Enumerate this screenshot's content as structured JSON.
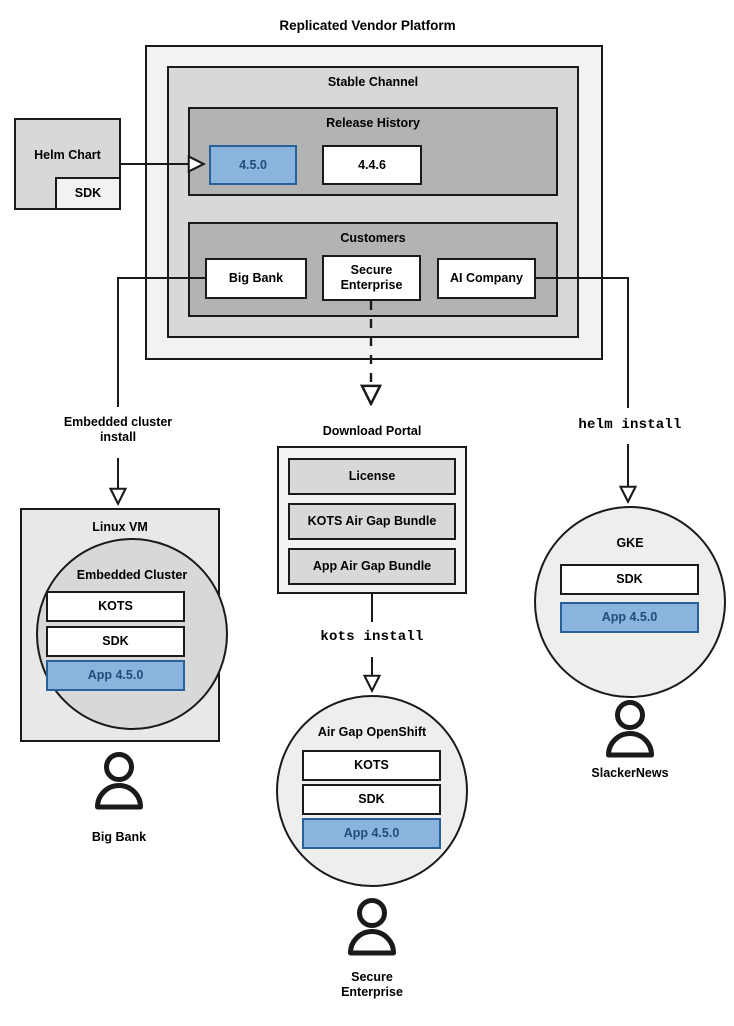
{
  "diagram": {
    "title": "Replicated Vendor Platform",
    "colors": {
      "outer_platform_fill": "#f2f2f2",
      "channel_fill": "#d8d8d8",
      "section_fill": "#b3b3b3",
      "white_fill": "#ffffff",
      "light_fill": "#e8e8e8",
      "accent_blue_fill": "#8ab3dd",
      "accent_blue_border": "#2a6099",
      "accent_blue_text": "#1f4e79",
      "stroke": "#1a1a1a"
    }
  },
  "platform": {
    "label": "Replicated Vendor Platform",
    "channel": {
      "label": "Stable Channel",
      "release_history": {
        "label": "Release History",
        "releases": [
          {
            "label": "4.5.0",
            "state": "current",
            "highlighted": true
          },
          {
            "label": "4.4.6",
            "state": "previous",
            "highlighted": false
          }
        ]
      },
      "customers": {
        "label": "Customers",
        "items": [
          {
            "label": "Big Bank"
          },
          {
            "label": "Secure\nEnterprise"
          },
          {
            "label": "AI Company"
          }
        ]
      }
    }
  },
  "source": {
    "helm_chart": {
      "label": "Helm Chart",
      "component": "SDK"
    }
  },
  "edges": [
    {
      "name": "helm-chart-to-release",
      "label": "",
      "style": "solid"
    },
    {
      "name": "big-bank-to-linux-vm",
      "label": "Embedded cluster\ninstall",
      "style": "solid"
    },
    {
      "name": "secure-enterprise-to-download-portal",
      "label": "",
      "style": "dashed"
    },
    {
      "name": "download-portal-to-openshift",
      "label": "kots install",
      "style": "solid",
      "mono": true
    },
    {
      "name": "ai-company-to-gke",
      "label": "helm install",
      "style": "solid",
      "mono": true
    }
  ],
  "targets": {
    "linux_vm": {
      "label": "Linux VM",
      "cluster": {
        "label": "Embedded Cluster",
        "components": [
          {
            "label": "KOTS",
            "highlighted": false
          },
          {
            "label": "SDK",
            "highlighted": false
          },
          {
            "label": "App 4.5.0",
            "highlighted": true
          }
        ]
      },
      "customer": "Big Bank"
    },
    "download_portal": {
      "label": "Download Portal",
      "artifacts": [
        {
          "label": "License"
        },
        {
          "label": "KOTS Air Gap Bundle"
        },
        {
          "label": "App Air Gap Bundle"
        }
      ]
    },
    "air_gap_openshift": {
      "label": "Air Gap OpenShift",
      "components": [
        {
          "label": "KOTS",
          "highlighted": false
        },
        {
          "label": "SDK",
          "highlighted": false
        },
        {
          "label": "App 4.5.0",
          "highlighted": true
        }
      ],
      "customer": "Secure\nEnterprise"
    },
    "gke": {
      "label": "GKE",
      "components": [
        {
          "label": "SDK",
          "highlighted": false
        },
        {
          "label": "App 4.5.0",
          "highlighted": true
        }
      ],
      "customer": "SlackerNews"
    }
  },
  "install_labels": {
    "embedded_cluster": "Embedded cluster\ninstall",
    "kots": "kots install",
    "helm": "helm install"
  }
}
